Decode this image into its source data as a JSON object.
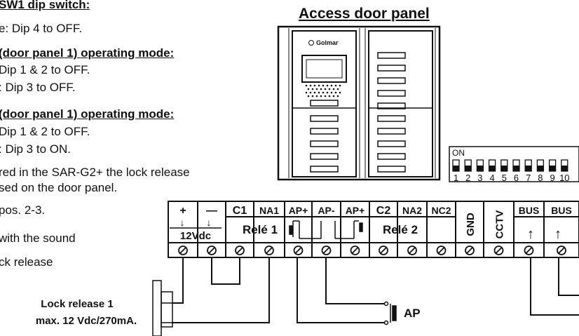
{
  "left_notes": {
    "sw1_title": "SW1 dip switch:",
    "sw1_line": "e: Dip 4 to OFF.",
    "mode1_title": "(door panel 1) operating mode:",
    "mode1_line1": "Dip 1 & 2 to OFF.",
    "mode1_line2": ": Dip 3 to OFF.",
    "mode2_title": "(door panel 1) operating mode:",
    "mode2_line1": "Dip 1 & 2 to OFF.",
    "mode2_line2": ": Dip 3 to ON.",
    "note_line1": "red in the SAR-G2+ the lock release",
    "note_line2": "sed on the door panel.",
    "pos_line": "pos. 2-3.",
    "sound_line": "with the sound",
    "lock_line": "ck release"
  },
  "panel": {
    "title": "Access door panel",
    "brand": "Golmar"
  },
  "dip": {
    "on_label": "ON",
    "numbers": [
      "1",
      "2",
      "3",
      "4",
      "5",
      "6",
      "7",
      "8",
      "9",
      "10"
    ]
  },
  "terminals": {
    "labels": [
      "+",
      "—",
      "C1",
      "NA1",
      "AP+",
      "AP-",
      "AP+",
      "C2",
      "NA2",
      "NC2",
      "GND",
      "CCTV",
      "BUS",
      "BUS"
    ],
    "power_label": "12Vdc",
    "rele1_label": "Relé 1",
    "rele2_label": "Relé 2",
    "plus_arrow": "↓",
    "bus_arrow": "↑"
  },
  "lock_release": {
    "line1": "Lock release 1",
    "line2": "max. 12 Vdc/270mA."
  },
  "ap_button": {
    "label": "AP"
  }
}
